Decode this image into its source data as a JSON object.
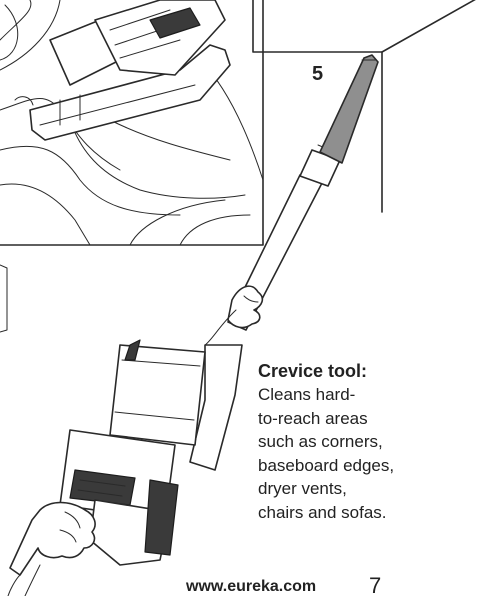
{
  "step_number": "5",
  "crevice_tool": {
    "title": "Crevice tool:",
    "description": "Cleans hard-\nto-reach areas\nsuch as corners,\nbaseboard edges,\ndryer vents,\nchairs and sofas."
  },
  "footer": {
    "website": "www.eureka.com",
    "page_number": "7"
  },
  "colors": {
    "line": "#2a2a2a",
    "tool_gray": "#8f8f8f",
    "text": "#222222"
  },
  "icons": {
    "car_seat_illustration": "car-seat-vacuum-illustration",
    "wall_corner_illustration": "wall-corner-illustration",
    "vacuum_with_crevice_tool": "stick-vacuum-crevice-illustration"
  }
}
